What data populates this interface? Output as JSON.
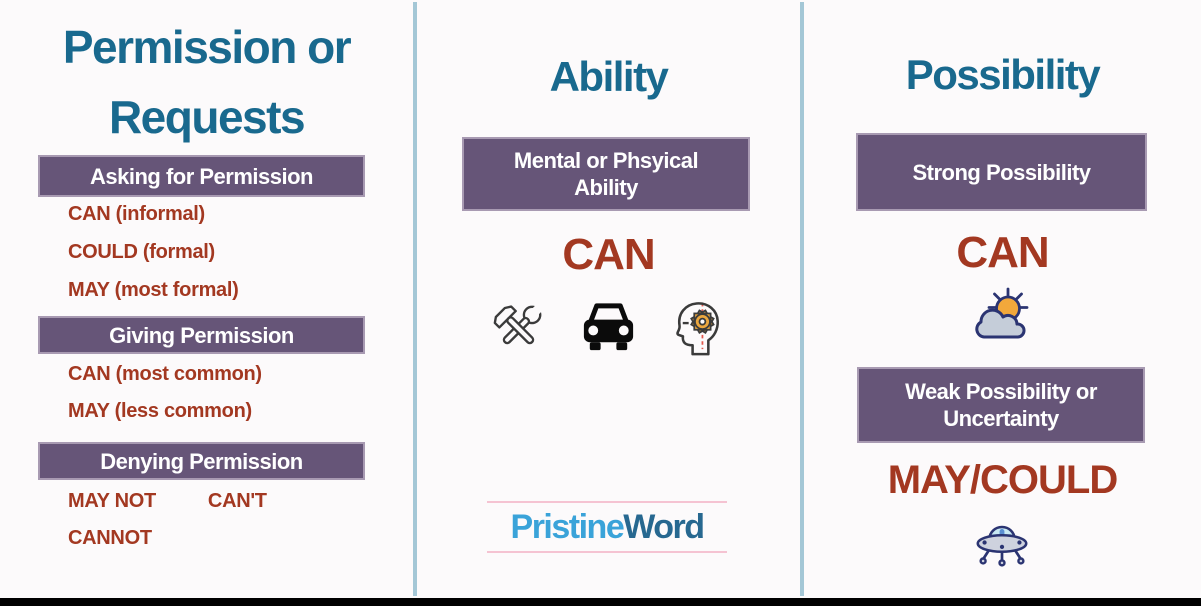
{
  "colors": {
    "background": "#fcfafb",
    "accent_teal": "#19698e",
    "banner_purple": "#665578",
    "banner_border": "#a89ab2",
    "modal_red": "#a33821",
    "divider_blue": "#a4c7d6",
    "bottom_bar_black": "#000000",
    "logo_light_blue": "#3aa3d9",
    "logo_dark_blue": "#276890",
    "logo_pink_line": "#f5c3d2",
    "gear_orange": "#eca73e",
    "sun_orange": "#f2a83b",
    "cloud_gray": "#c5cdd9",
    "icon_navy": "#2b3472",
    "icon_dark_gray": "#3b3b3b"
  },
  "permission": {
    "title_line1": "Permission or",
    "title_line2": "Requests",
    "asking": {
      "banner": "Asking for Permission",
      "items": [
        "CAN (informal)",
        "COULD (formal)",
        "MAY (most formal)"
      ]
    },
    "giving": {
      "banner": "Giving Permission",
      "items": [
        "CAN (most common)",
        "MAY (less common)"
      ]
    },
    "denying": {
      "banner": "Denying Permission",
      "row_items": [
        "MAY NOT",
        "CAN'T"
      ],
      "items": [
        "CANNOT"
      ]
    }
  },
  "ability": {
    "title": "Ability",
    "banner_line1": "Mental or Phsyical",
    "banner_line2": "Ability",
    "modal": "CAN",
    "icons": [
      "tools-icon",
      "car-icon",
      "head-gear-icon"
    ],
    "logo_part1": "Pristine",
    "logo_part2": "Word"
  },
  "possibility": {
    "title": "Possibility",
    "strong_banner": "Strong Possibility",
    "strong_modal": "CAN",
    "strong_icon": "sun-behind-cloud-icon",
    "weak_banner_line1": "Weak Possibility or",
    "weak_banner_line2": "Uncertainty",
    "weak_modal": "MAY/COULD",
    "weak_icon": "ufo-icon"
  }
}
